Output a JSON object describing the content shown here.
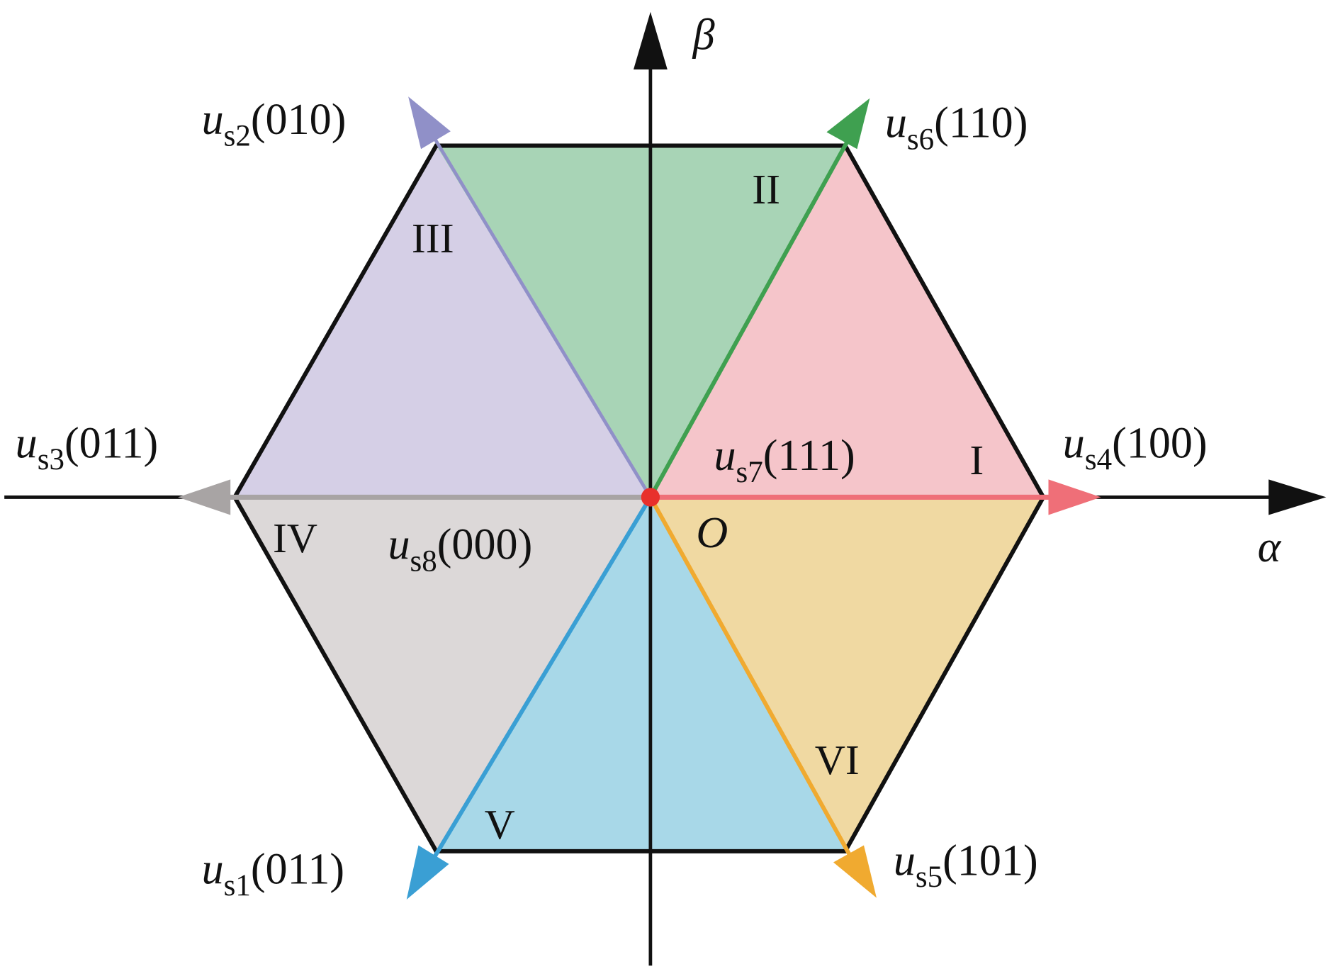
{
  "axes": {
    "alpha": "α",
    "beta": "β",
    "origin": "O"
  },
  "vectors": [
    {
      "id": "us1",
      "symbol": "u",
      "sub": "s1",
      "code": "(011)",
      "color": "#3a9fd4"
    },
    {
      "id": "us2",
      "symbol": "u",
      "sub": "s2",
      "code": "(010)",
      "color": "#9090c8"
    },
    {
      "id": "us3",
      "symbol": "u",
      "sub": "s3",
      "code": "(011)",
      "color": "#a8a4a4"
    },
    {
      "id": "us4",
      "symbol": "u",
      "sub": "s4",
      "code": "(100)",
      "color": "#ef6f78"
    },
    {
      "id": "us5",
      "symbol": "u",
      "sub": "s5",
      "code": "(101)",
      "color": "#f0aa30"
    },
    {
      "id": "us6",
      "symbol": "u",
      "sub": "s6",
      "code": "(110)",
      "color": "#3fa050"
    },
    {
      "id": "us7",
      "symbol": "u",
      "sub": "s7",
      "code": "(111)"
    },
    {
      "id": "us8",
      "symbol": "u",
      "sub": "s8",
      "code": "(000)"
    }
  ],
  "sectors": [
    {
      "label": "I",
      "color": "#f5c5ca"
    },
    {
      "label": "II",
      "color": "#a8d4b6"
    },
    {
      "label": "III",
      "color": "#d5cfe6"
    },
    {
      "label": "IV",
      "color": "#dcd8d8"
    },
    {
      "label": "V",
      "color": "#a8d8e8"
    },
    {
      "label": "VI",
      "color": "#f0d9a2"
    }
  ]
}
